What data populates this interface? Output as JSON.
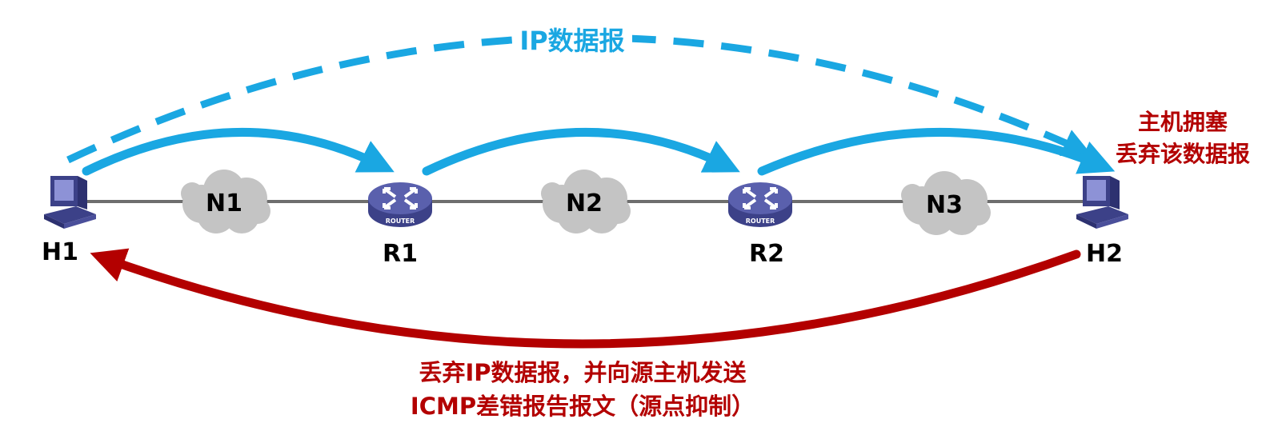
{
  "colors": {
    "blue": "#1aa7e2",
    "red": "#b30000",
    "link": "#6e6e6e",
    "cloud": "#c4c4c4",
    "device": "#4a4f9a"
  },
  "nodes": {
    "h1": "H1",
    "r1": "R1",
    "r2": "R2",
    "h2": "H2",
    "router_badge": "ROUTER"
  },
  "networks": {
    "n1": "N1",
    "n2": "N2",
    "n3": "N3"
  },
  "labels": {
    "datagram": "IP数据报",
    "congestion_line1": "主机拥塞",
    "congestion_line2": "丢弃该数据报",
    "icmp_line1": "丢弃IP数据报，并向源主机发送",
    "icmp_line2": "ICMP差错报告报文（源点抑制）"
  }
}
